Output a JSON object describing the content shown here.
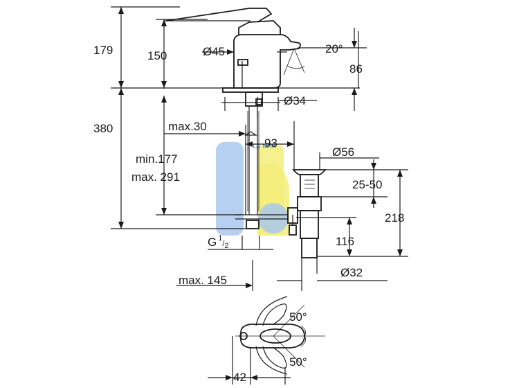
{
  "dimensions": {
    "d179": "179",
    "d150": "150",
    "d45": "Ø45",
    "d20deg": "20°",
    "d86": "86",
    "d34": "Ø34",
    "d380": "380",
    "dmax30": "max.30",
    "d93": "93",
    "d56": "Ø56",
    "dmin177": "min.177",
    "dmax291": "max. 291",
    "d2550": "25-50",
    "d218": "218",
    "dG": "G",
    "dG_sup": "1",
    "dG_sub": "2",
    "d116": "116",
    "d32": "Ø32",
    "dmax145": "max. 145",
    "d50a": "50°",
    "d50b": "50°",
    "d42": "42"
  },
  "watermark": {
    "text": "LẠ NHÀ",
    "colors": {
      "blue": "#a9c8ee",
      "yellow": "#f3ef7a"
    }
  }
}
